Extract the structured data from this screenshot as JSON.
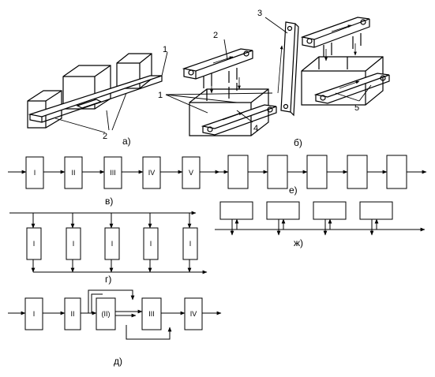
{
  "callouts": {
    "a_1": "1",
    "a_2": "2",
    "b_1": "1",
    "b_2": "2",
    "b_3": "3",
    "b_4": "4",
    "b_5": "5"
  },
  "captions": {
    "a": "а)",
    "b": "б)",
    "v": "в)",
    "g": "г)",
    "d": "д)",
    "e": "е)",
    "zh": "ж)"
  },
  "row_v": {
    "boxes": [
      "I",
      "II",
      "III",
      "IV",
      "V"
    ]
  },
  "row_g": {
    "boxes": [
      "I",
      "I",
      "I",
      "I",
      "I"
    ]
  },
  "row_d": {
    "boxes": [
      "I",
      "II",
      "(II)",
      "III",
      "IV"
    ]
  },
  "row_e": {
    "boxes": [
      "",
      "",
      "",
      "",
      ""
    ]
  },
  "row_zh": {
    "boxes": [
      "",
      "",
      "",
      ""
    ]
  },
  "colors": {
    "ink": "#000000",
    "paper": "#ffffff"
  }
}
